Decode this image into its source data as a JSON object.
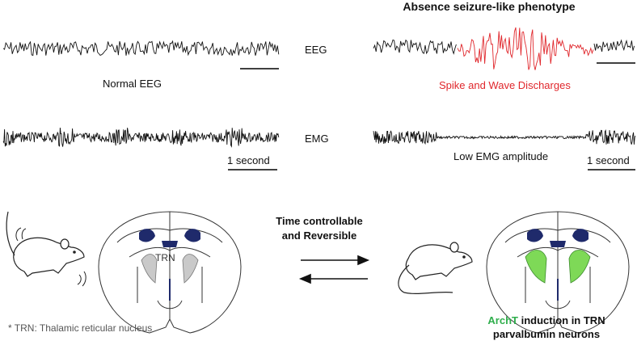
{
  "title": "Absence seizure-like phenotype",
  "traces": {
    "eeg_label": "EEG",
    "emg_label": "EMG",
    "normal_eeg": "Normal EEG",
    "swd": "Spike and Wave Discharges",
    "low_emg": "Low EMG amplitude",
    "scale_left": "1 second",
    "scale_right": "1 second"
  },
  "middle": {
    "line1": "Time controllable",
    "line2": "and Reversible"
  },
  "brain": {
    "trn_label": "TRN"
  },
  "footnote": "* TRN: Thalamic reticular nucleus",
  "archt": {
    "highlight": "ArchT",
    "rest1": " induction in TRN",
    "line2": "parvalbumin neurons"
  },
  "colors": {
    "swd": "#e0262b",
    "trn_highlight": "#7ed957",
    "cortex_patch": "#1f2a6b",
    "trn_gray": "#c9c9c9"
  }
}
